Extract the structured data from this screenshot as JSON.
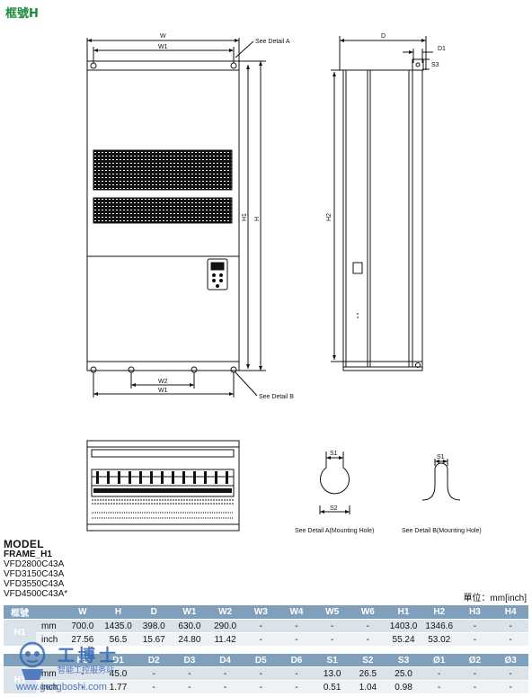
{
  "frame_title": "框號H",
  "drawing": {
    "front_view": {
      "dim_w": "W",
      "dim_w1_top": "W1",
      "dim_h1": "H1",
      "dim_h": "H",
      "dim_w2": "W2",
      "dim_w1_bottom": "W1",
      "callout_a": "See Detail A",
      "callout_b": "See Detail B"
    },
    "side_view": {
      "dim_d": "D",
      "dim_d1": "D1",
      "dim_s3": "S3",
      "dim_h2": "H2"
    },
    "detail_a": {
      "dim_s1": "S1",
      "dim_s2": "S2",
      "caption": "See Detail A(Mounting Hole)"
    },
    "detail_b": {
      "dim_s1": "S1",
      "caption": "See Detail B(Mounting Hole)"
    }
  },
  "model": {
    "heading": "MODEL",
    "frame_label": "FRAME_H1",
    "items": [
      "VFD2800C43A",
      "VFD3150C43A",
      "VFD3550C43A",
      "VFD4500C43A*"
    ]
  },
  "unit_note": "單位：mm[inch]",
  "table1": {
    "header": [
      "框號",
      "",
      "W",
      "H",
      "D",
      "W1",
      "W2",
      "W3",
      "W4",
      "W5",
      "W6",
      "H1",
      "H2",
      "H3",
      "H4"
    ],
    "frame": "H1",
    "rows": [
      [
        "mm",
        "700.0",
        "1435.0",
        "398.0",
        "630.0",
        "290.0",
        "-",
        "-",
        "-",
        "-",
        "1403.0",
        "1346.6",
        "-",
        "-"
      ],
      [
        "inch",
        "27.56",
        "56.5",
        "15.67",
        "24.80",
        "11.42",
        "-",
        "-",
        "-",
        "-",
        "55.24",
        "53.02",
        "-",
        "-"
      ]
    ]
  },
  "table2": {
    "header": [
      "",
      "",
      "H5",
      "D1",
      "D2",
      "D3",
      "D4",
      "D5",
      "D6",
      "S1",
      "S2",
      "S3",
      "Ø1",
      "Ø2",
      "Ø3"
    ],
    "frame": "H1",
    "rows": [
      [
        "mm",
        "-",
        "45.0",
        "-",
        "-",
        "-",
        "-",
        "-",
        "13.0",
        "26.5",
        "25.0",
        "-",
        "-",
        "-"
      ],
      [
        "inch",
        "-",
        "1.77",
        "-",
        "-",
        "-",
        "-",
        "-",
        "0.51",
        "1.04",
        "0.98",
        "-",
        "-",
        "-"
      ]
    ]
  },
  "watermark": {
    "title": "工博士",
    "subtitle": "智能工控服务站",
    "url": "www.gongboshi.com"
  }
}
